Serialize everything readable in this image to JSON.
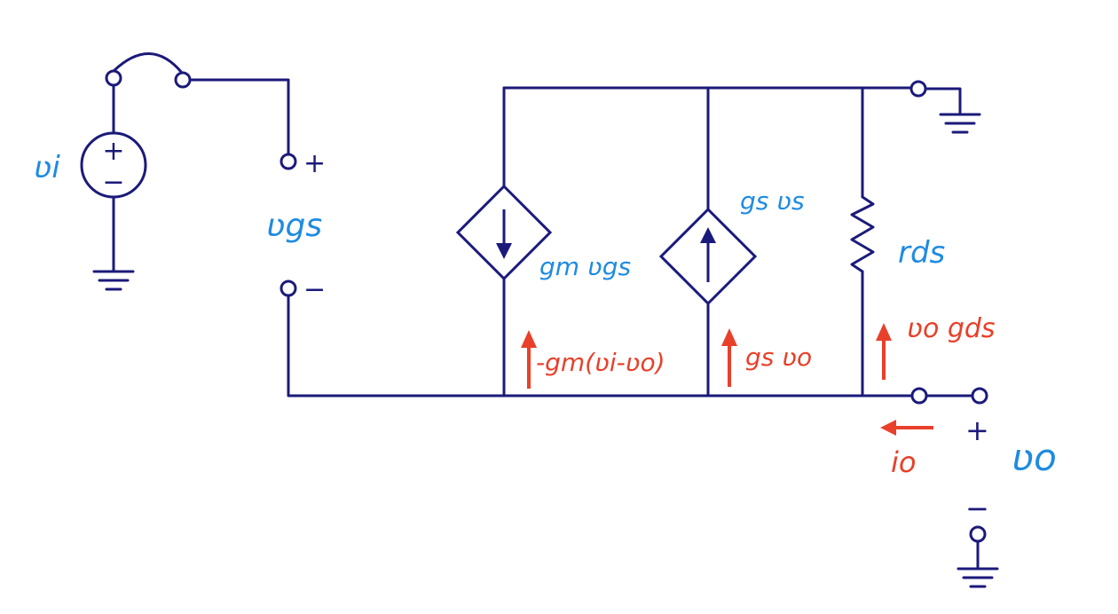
{
  "labels": {
    "vi": "ʋi",
    "vgs": "ʋgs",
    "vgs_plus": "+",
    "vgs_minus": "−",
    "gm_vgs": "gm ʋgs",
    "gs_vs": "gs ʋs",
    "rds": "rds",
    "src_plus": "+",
    "src_minus": "−",
    "i_gm": "-gm(ʋi-ʋo)",
    "i_gs": "gs ʋo",
    "i_rds": "ʋo gds",
    "io": "io",
    "vo": "ʋo",
    "vo_plus": "+",
    "vo_minus": "−"
  },
  "colors": {
    "wire": "#1b1a7a",
    "label": "#1e8be0",
    "current": "#e8402a"
  }
}
